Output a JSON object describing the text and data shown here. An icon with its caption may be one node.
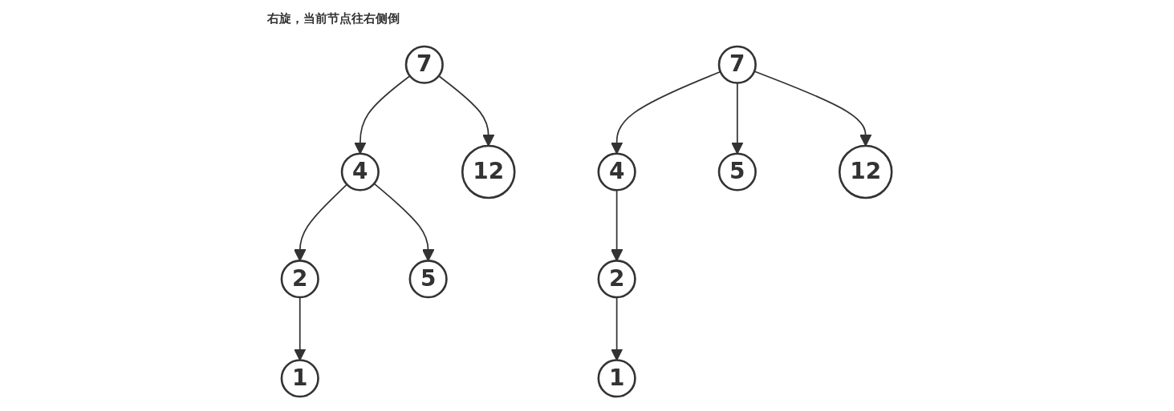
{
  "diagram": {
    "title": "右旋，当前节点往右侧倒",
    "nodes": [
      {
        "text": [
          "7"
        ]
      },
      {
        "text": [
          "4"
        ]
      },
      {
        "text": [
          "12"
        ]
      },
      {
        "text": [
          "2"
        ]
      },
      {
        "text": [
          "5"
        ]
      },
      {
        "text": [
          "1"
        ]
      },
      {
        "text": [
          "4"
        ]
      },
      {
        "text": [
          "2"
        ]
      },
      {
        "text": [
          "7"
        ]
      },
      {
        "text": [
          "1"
        ]
      },
      {
        "text": [
          "5"
        ]
      },
      {
        "text": [
          "12"
        ]
      }
    ],
    "edges": [
      {
        "from": 0,
        "to": 1,
        "arrow": "to"
      },
      {
        "from": 0,
        "to": 2,
        "arrow": "to"
      },
      {
        "from": 1,
        "to": 3,
        "arrow": "to"
      },
      {
        "from": 1,
        "to": 4,
        "arrow": "to"
      },
      {
        "from": 3,
        "to": 5,
        "arrow": "to"
      },
      {
        "from": 6,
        "to": 7,
        "arrow": "to"
      },
      {
        "from": 8,
        "to": 6,
        "arrow": "to"
      },
      {
        "from": 7,
        "to": 9,
        "arrow": "to"
      },
      {
        "from": 8,
        "to": 10,
        "arrow": "to"
      },
      {
        "from": 8,
        "to": 11,
        "arrow": "to"
      }
    ]
  }
}
